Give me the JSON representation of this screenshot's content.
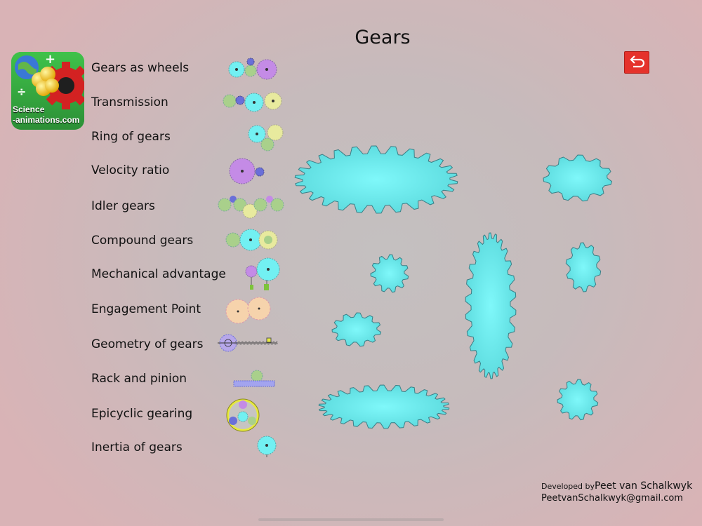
{
  "page": {
    "title": "Gears"
  },
  "logo": {
    "icon": "science-animations-logo",
    "line1": "Science",
    "line2": "-animations.com"
  },
  "menu": {
    "items": [
      {
        "label": "Gears as wheels"
      },
      {
        "label": "Transmission"
      },
      {
        "label": "Ring of gears"
      },
      {
        "label": "Velocity ratio"
      },
      {
        "label": "Idler gears"
      },
      {
        "label": "Compound gears"
      },
      {
        "label": "Mechanical advantage"
      },
      {
        "label": "Engagement Point"
      },
      {
        "label": "Geometry of gears"
      },
      {
        "label": "Rack and pinion"
      },
      {
        "label": "Epicyclic gearing"
      },
      {
        "label": "Inertia of gears"
      }
    ]
  },
  "back_button": {
    "icon": "return-arrow-icon",
    "color": "#e5322b"
  },
  "footer": {
    "developed_by": "Developed by",
    "name": "Peet van Schalkwyk",
    "email": "PeetvanSchalkwyk@gmail.com"
  },
  "colors": {
    "gear_cyan": "#72f0f2",
    "gear_green": "#a9d08b",
    "gear_yellow": "#e8ea9e",
    "gear_purple": "#c48be6",
    "gear_blue": "#6a6fd8",
    "gear_peach": "#f6d3ac"
  }
}
